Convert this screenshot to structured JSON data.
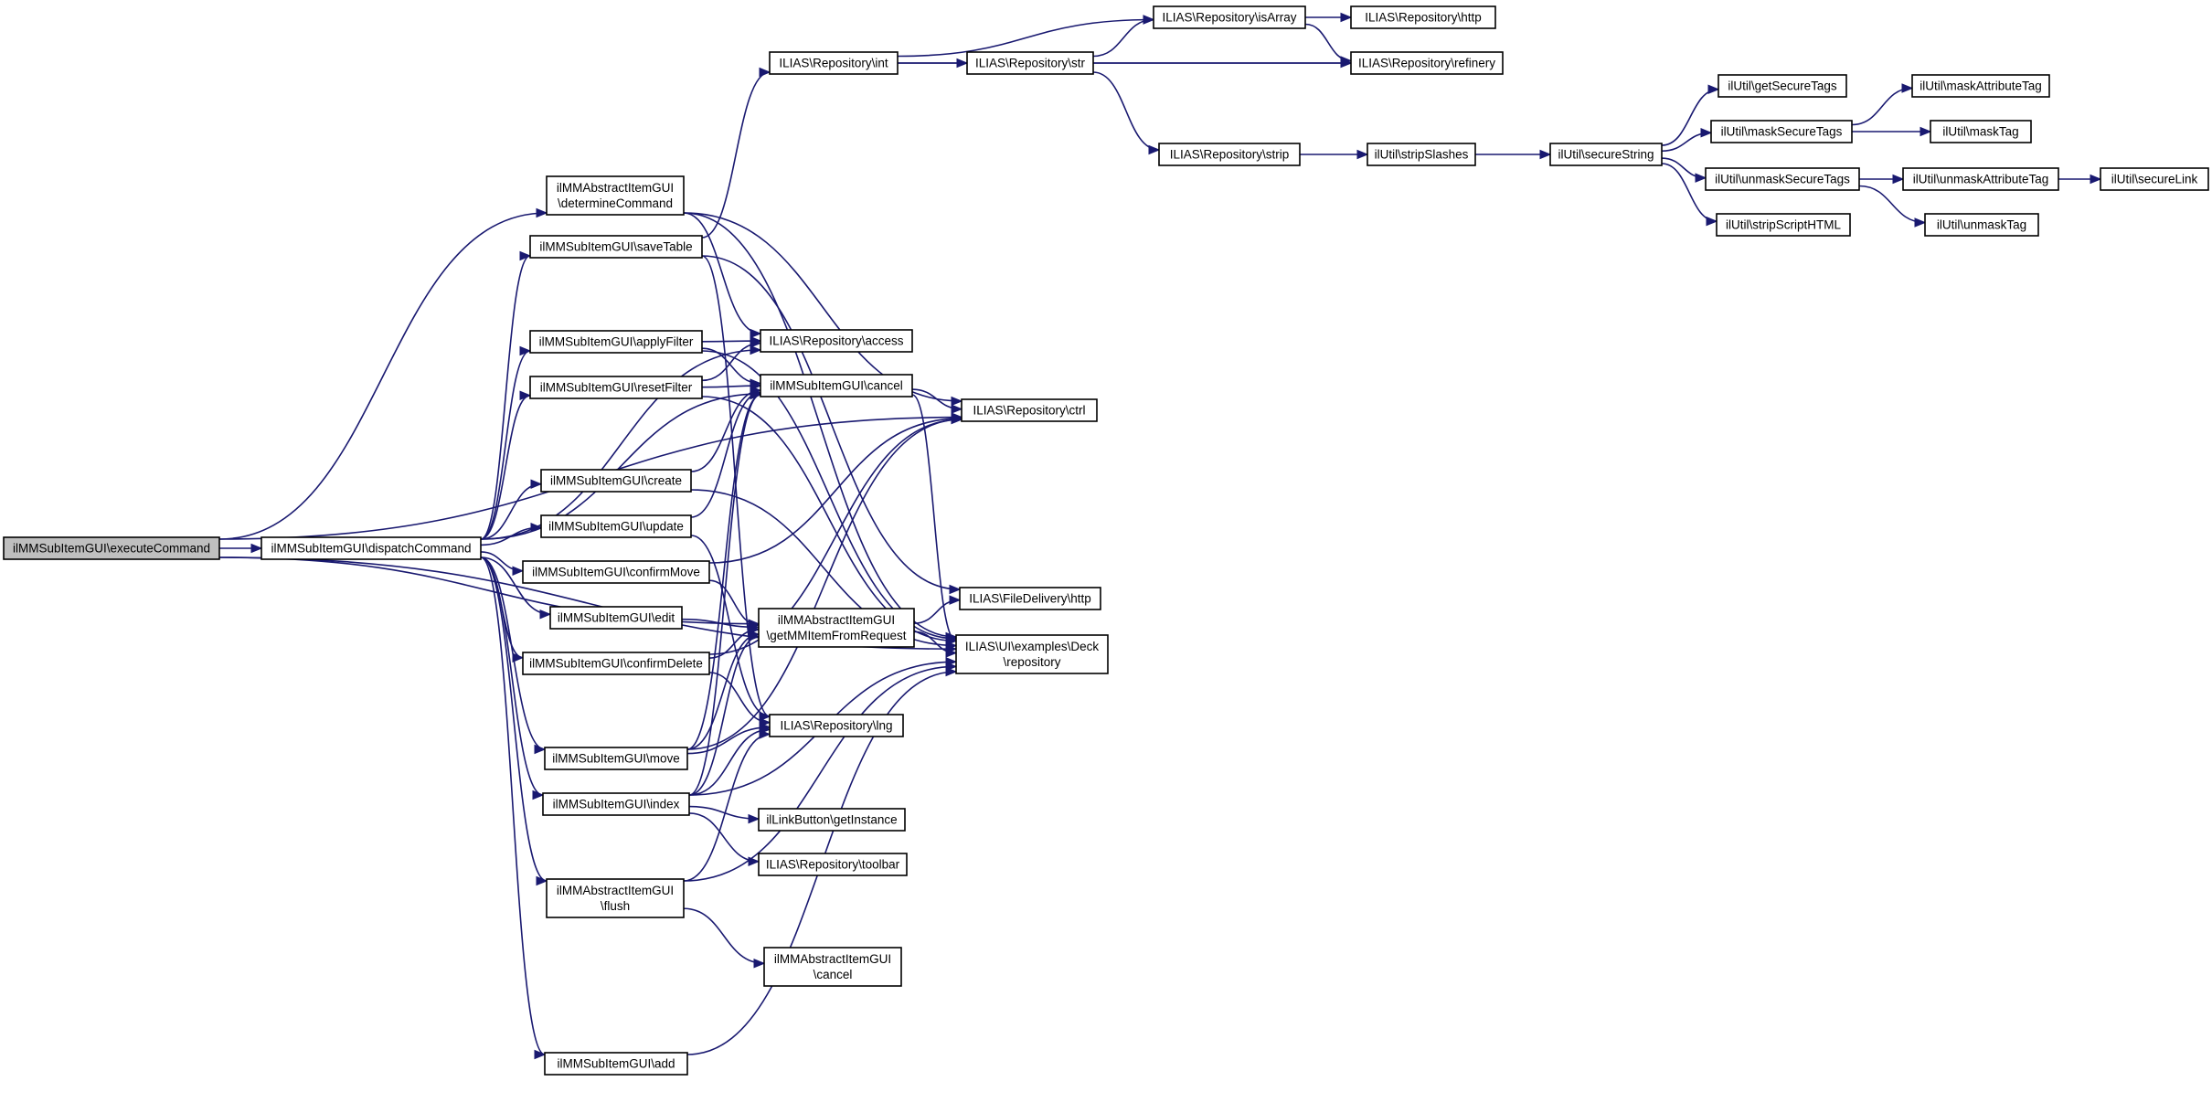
{
  "diagram": {
    "nodes": [
      {
        "id": "root",
        "lines": [
          "ilMMSubItemGUI\\executeCommand"
        ],
        "root": true
      },
      {
        "id": "dispatch",
        "lines": [
          "ilMMSubItemGUI\\dispatchCommand"
        ]
      },
      {
        "id": "determine",
        "lines": [
          "ilMMAbstractItemGUI",
          "\\determineCommand"
        ]
      },
      {
        "id": "saveTable",
        "lines": [
          "ilMMSubItemGUI\\saveTable"
        ]
      },
      {
        "id": "applyFilter",
        "lines": [
          "ilMMSubItemGUI\\applyFilter"
        ]
      },
      {
        "id": "resetFilter",
        "lines": [
          "ilMMSubItemGUI\\resetFilter"
        ]
      },
      {
        "id": "create",
        "lines": [
          "ilMMSubItemGUI\\create"
        ]
      },
      {
        "id": "update",
        "lines": [
          "ilMMSubItemGUI\\update"
        ]
      },
      {
        "id": "confirmMove",
        "lines": [
          "ilMMSubItemGUI\\confirmMove"
        ]
      },
      {
        "id": "edit",
        "lines": [
          "ilMMSubItemGUI\\edit"
        ]
      },
      {
        "id": "confirmDelete",
        "lines": [
          "ilMMSubItemGUI\\confirmDelete"
        ]
      },
      {
        "id": "move",
        "lines": [
          "ilMMSubItemGUI\\move"
        ]
      },
      {
        "id": "index",
        "lines": [
          "ilMMSubItemGUI\\index"
        ]
      },
      {
        "id": "flush",
        "lines": [
          "ilMMAbstractItemGUI",
          "\\flush"
        ]
      },
      {
        "id": "add",
        "lines": [
          "ilMMSubItemGUI\\add"
        ]
      },
      {
        "id": "repoInt",
        "lines": [
          "ILIAS\\Repository\\int"
        ]
      },
      {
        "id": "repoAccess",
        "lines": [
          "ILIAS\\Repository\\access"
        ]
      },
      {
        "id": "subCancel",
        "lines": [
          "ilMMSubItemGUI\\cancel"
        ]
      },
      {
        "id": "getItem",
        "lines": [
          "ilMMAbstractItemGUI",
          "\\getMMItemFromRequest"
        ]
      },
      {
        "id": "repoLng",
        "lines": [
          "ILIAS\\Repository\\lng"
        ]
      },
      {
        "id": "linkButton",
        "lines": [
          "ilLinkButton\\getInstance"
        ]
      },
      {
        "id": "toolbar",
        "lines": [
          "ILIAS\\Repository\\toolbar"
        ]
      },
      {
        "id": "absCancel",
        "lines": [
          "ilMMAbstractItemGUI",
          "\\cancel"
        ]
      },
      {
        "id": "repoStr",
        "lines": [
          "ILIAS\\Repository\\str"
        ]
      },
      {
        "id": "repoCtrl",
        "lines": [
          "ILIAS\\Repository\\ctrl"
        ]
      },
      {
        "id": "fdHttp",
        "lines": [
          "ILIAS\\FileDelivery\\http"
        ]
      },
      {
        "id": "deck",
        "lines": [
          "ILIAS\\UI\\examples\\Deck",
          "\\repository"
        ]
      },
      {
        "id": "isArray",
        "lines": [
          "ILIAS\\Repository\\isArray"
        ]
      },
      {
        "id": "repoStrip",
        "lines": [
          "ILIAS\\Repository\\strip"
        ]
      },
      {
        "id": "repoHttp",
        "lines": [
          "ILIAS\\Repository\\http"
        ]
      },
      {
        "id": "refinery",
        "lines": [
          "ILIAS\\Repository\\refinery"
        ]
      },
      {
        "id": "stripSlashes",
        "lines": [
          "ilUtil\\stripSlashes"
        ]
      },
      {
        "id": "secureString",
        "lines": [
          "ilUtil\\secureString"
        ]
      },
      {
        "id": "getSecureTags",
        "lines": [
          "ilUtil\\getSecureTags"
        ]
      },
      {
        "id": "maskSecureTags",
        "lines": [
          "ilUtil\\maskSecureTags"
        ]
      },
      {
        "id": "unmaskSecureTags",
        "lines": [
          "ilUtil\\unmaskSecureTags"
        ]
      },
      {
        "id": "stripScript",
        "lines": [
          "ilUtil\\stripScriptHTML"
        ]
      },
      {
        "id": "maskAttr",
        "lines": [
          "ilUtil\\maskAttributeTag"
        ]
      },
      {
        "id": "maskTag",
        "lines": [
          "ilUtil\\maskTag"
        ]
      },
      {
        "id": "unmaskAttr",
        "lines": [
          "ilUtil\\unmaskAttributeTag"
        ]
      },
      {
        "id": "unmaskTag",
        "lines": [
          "ilUtil\\unmaskTag"
        ]
      },
      {
        "id": "secureLink",
        "lines": [
          "ilUtil\\secureLink"
        ]
      }
    ],
    "edges": [
      [
        "root",
        "dispatch"
      ],
      [
        "root",
        "determine"
      ],
      [
        "root",
        "repoCtrl"
      ],
      [
        "root",
        "getItem"
      ],
      [
        "root",
        "deck"
      ],
      [
        "dispatch",
        "saveTable"
      ],
      [
        "dispatch",
        "applyFilter"
      ],
      [
        "dispatch",
        "resetFilter"
      ],
      [
        "dispatch",
        "create"
      ],
      [
        "dispatch",
        "update"
      ],
      [
        "dispatch",
        "confirmMove"
      ],
      [
        "dispatch",
        "edit"
      ],
      [
        "dispatch",
        "confirmDelete"
      ],
      [
        "dispatch",
        "move"
      ],
      [
        "dispatch",
        "index"
      ],
      [
        "dispatch",
        "flush"
      ],
      [
        "dispatch",
        "add"
      ],
      [
        "dispatch",
        "repoAccess"
      ],
      [
        "dispatch",
        "subCancel"
      ],
      [
        "determine",
        "repoAccess"
      ],
      [
        "determine",
        "deck"
      ],
      [
        "determine",
        "repoCtrl"
      ],
      [
        "saveTable",
        "repoInt"
      ],
      [
        "saveTable",
        "repoLng"
      ],
      [
        "saveTable",
        "fdHttp"
      ],
      [
        "applyFilter",
        "repoAccess"
      ],
      [
        "applyFilter",
        "subCancel"
      ],
      [
        "applyFilter",
        "deck"
      ],
      [
        "resetFilter",
        "repoAccess"
      ],
      [
        "resetFilter",
        "subCancel"
      ],
      [
        "resetFilter",
        "deck"
      ],
      [
        "create",
        "subCancel"
      ],
      [
        "create",
        "deck"
      ],
      [
        "update",
        "subCancel"
      ],
      [
        "update",
        "repoLng"
      ],
      [
        "confirmMove",
        "repoCtrl"
      ],
      [
        "confirmMove",
        "getItem"
      ],
      [
        "edit",
        "getItem"
      ],
      [
        "confirmDelete",
        "getItem"
      ],
      [
        "confirmDelete",
        "repoLng"
      ],
      [
        "confirmDelete",
        "repoCtrl"
      ],
      [
        "move",
        "getItem"
      ],
      [
        "move",
        "repoLng"
      ],
      [
        "move",
        "subCancel"
      ],
      [
        "move",
        "repoCtrl"
      ],
      [
        "index",
        "getItem"
      ],
      [
        "index",
        "repoLng"
      ],
      [
        "index",
        "linkButton"
      ],
      [
        "index",
        "toolbar"
      ],
      [
        "index",
        "deck"
      ],
      [
        "index",
        "subCancel"
      ],
      [
        "flush",
        "absCancel"
      ],
      [
        "flush",
        "repoLng"
      ],
      [
        "flush",
        "deck"
      ],
      [
        "add",
        "deck"
      ],
      [
        "subCancel",
        "repoCtrl"
      ],
      [
        "subCancel",
        "deck"
      ],
      [
        "getItem",
        "fdHttp"
      ],
      [
        "getItem",
        "deck"
      ],
      [
        "repoInt",
        "repoStr"
      ],
      [
        "repoInt",
        "isArray"
      ],
      [
        "repoInt",
        "refinery"
      ],
      [
        "repoStr",
        "isArray"
      ],
      [
        "repoStr",
        "repoStrip"
      ],
      [
        "repoStr",
        "refinery"
      ],
      [
        "isArray",
        "repoHttp"
      ],
      [
        "isArray",
        "refinery"
      ],
      [
        "repoStrip",
        "stripSlashes"
      ],
      [
        "stripSlashes",
        "secureString"
      ],
      [
        "secureString",
        "getSecureTags"
      ],
      [
        "secureString",
        "maskSecureTags"
      ],
      [
        "secureString",
        "unmaskSecureTags"
      ],
      [
        "secureString",
        "stripScript"
      ],
      [
        "maskSecureTags",
        "maskAttr"
      ],
      [
        "maskSecureTags",
        "maskTag"
      ],
      [
        "unmaskSecureTags",
        "unmaskAttr"
      ],
      [
        "unmaskSecureTags",
        "unmaskTag"
      ],
      [
        "unmaskAttr",
        "secureLink"
      ]
    ]
  }
}
